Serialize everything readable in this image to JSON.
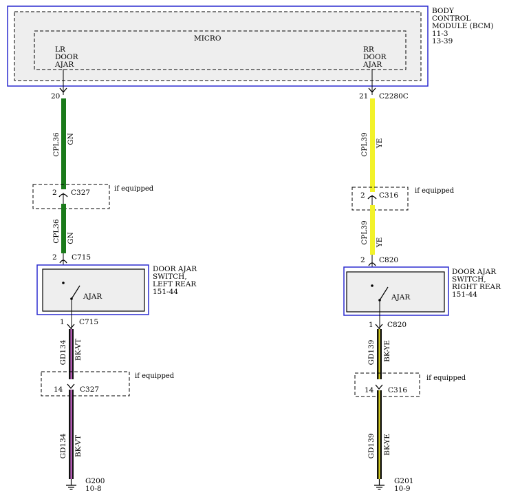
{
  "bcm": {
    "label": [
      "BODY",
      "CONTROL",
      "MODULE (BCM)",
      "11-3",
      "13-39"
    ],
    "micro_label": "MICRO",
    "left_input": [
      "LR",
      "DOOR",
      "AJAR"
    ],
    "right_input": [
      "RR",
      "DOOR",
      "AJAR"
    ],
    "left_pin": "20",
    "right_pin": "21",
    "right_connector": "C2280C"
  },
  "left": {
    "upper_circuit": "CPL36",
    "upper_color": "GN",
    "inline_connector": {
      "pin": "2",
      "name": "C327",
      "note": "if equipped"
    },
    "switch_pin_top": "2",
    "switch_connector_top": "C715",
    "switch_label": [
      "DOOR AJAR",
      "SWITCH,",
      "LEFT REAR",
      "151-44"
    ],
    "switch_text": "AJAR",
    "switch_pin_bottom": "1",
    "switch_connector_bottom": "C715",
    "lower_circuit": "GD134",
    "lower_color": "BK-VT",
    "ground_connector": {
      "pin": "14",
      "name": "C327",
      "note": "if equipped"
    },
    "ground": [
      "G200",
      "10-8"
    ]
  },
  "right": {
    "upper_circuit": "CPL39",
    "upper_color": "YE",
    "inline_connector": {
      "pin": "2",
      "name": "C316",
      "note": "if equipped"
    },
    "switch_pin_top": "2",
    "switch_connector_top": "C820",
    "switch_label": [
      "DOOR AJAR",
      "SWITCH,",
      "RIGHT REAR",
      "151-44"
    ],
    "switch_text": "AJAR",
    "switch_pin_bottom": "1",
    "switch_connector_bottom": "C820",
    "lower_circuit": "GD139",
    "lower_color": "BK-YE",
    "ground_connector": {
      "pin": "14",
      "name": "C316",
      "note": "if equipped"
    },
    "ground": [
      "G201",
      "10-9"
    ]
  },
  "colors": {
    "outline_blue": "#2b2bcf",
    "green_wire": "#1a7a1a",
    "yellow_wire": "#f2f22a",
    "black_wire": "#111111",
    "violet_stripe": "#e070e0",
    "yellow_stripe": "#e8e020",
    "module_fill": "#eeeeee"
  }
}
